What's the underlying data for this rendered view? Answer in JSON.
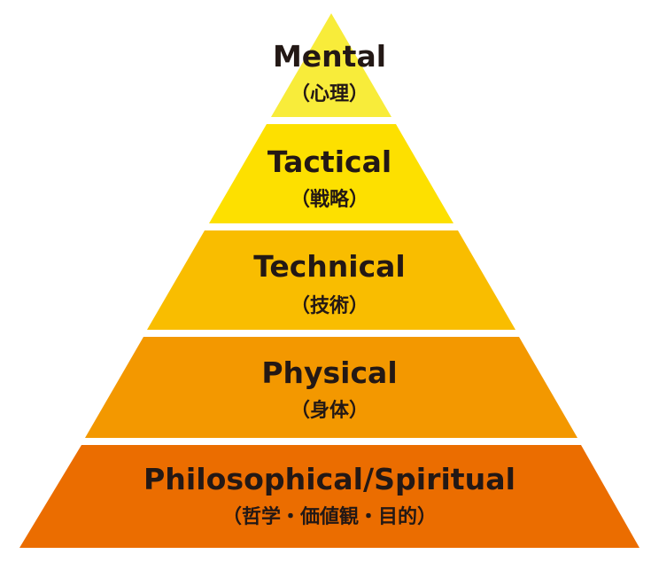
{
  "title": "Pyramid of performance layers",
  "layers": [
    {
      "label": "Mental",
      "sub": "（心理）",
      "color": "#f8ec3a"
    },
    {
      "label": "Tactical",
      "sub": "（戦略）",
      "color": "#fde000"
    },
    {
      "label": "Technical",
      "sub": "（技術）",
      "color": "#f9bd00"
    },
    {
      "label": "Physical",
      "sub": "（身体）",
      "color": "#f39800"
    },
    {
      "label": "Philosophical/Spiritual",
      "sub": "（哲学・価値観・目的）",
      "color": "#eb6d00"
    }
  ]
}
